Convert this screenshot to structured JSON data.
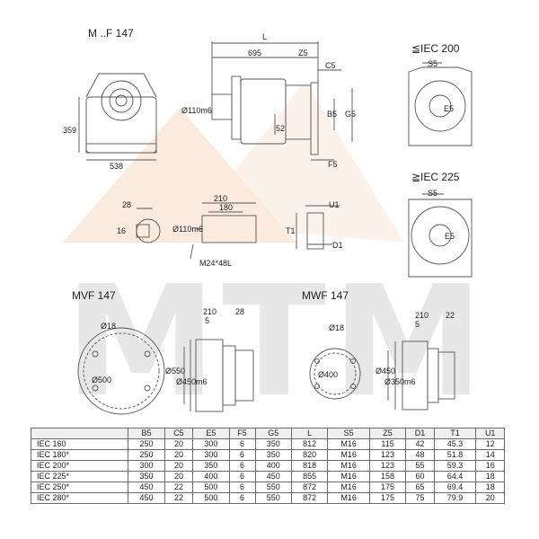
{
  "watermark": {
    "text": "MTM",
    "color": "#d5d5d5",
    "accent": "#f7d6bd"
  },
  "views": {
    "mf": {
      "title": "M ..F 147",
      "height": "359",
      "width": "538"
    },
    "side": {
      "L": "L",
      "len695": "695",
      "Z5": "Z5",
      "C5": "C5",
      "B5": "B5",
      "G5": "G5",
      "F5": "F5",
      "shaft": "Ø110m6",
      "d52": "52"
    },
    "iec200": {
      "title": "≦IEC 200",
      "S5": "S5",
      "E5": "E5"
    },
    "iec225": {
      "title": "≧IEC 225",
      "S5": "S5",
      "E5": "E5"
    },
    "key": {
      "d28": "28",
      "d16": "16"
    },
    "shaft_detail": {
      "d210": "210",
      "d180": "180",
      "dia": "Ø110m6",
      "thread": "M24*48L"
    },
    "input": {
      "U1": "U1",
      "T1": "T1",
      "D1": "D1"
    },
    "mvf": {
      "title": "MVF 147",
      "hole": "Ø18",
      "pcd": "Ø500",
      "d210": "210",
      "d28": "28",
      "d5": "5",
      "outer": "Ø550",
      "pilot": "Ø450m6"
    },
    "mwf": {
      "title": "MWF 147",
      "hole": "Ø18",
      "pcd": "Ø400",
      "d210": "210",
      "d22": "22",
      "d5": "5",
      "outer": "Ø450",
      "pilot": "Ø350m6"
    }
  },
  "table": {
    "headers": [
      "",
      "B5",
      "C5",
      "E5",
      "F5",
      "G5",
      "L",
      "S5",
      "Z5",
      "D1",
      "T1",
      "U1"
    ],
    "rows": [
      [
        "IEC 160",
        "250",
        "20",
        "300",
        "6",
        "350",
        "812",
        "M16",
        "115",
        "42",
        "45.3",
        "12"
      ],
      [
        "IEC 180*",
        "250",
        "20",
        "300",
        "6",
        "350",
        "820",
        "M16",
        "123",
        "48",
        "51.8",
        "14"
      ],
      [
        "IEC 200*",
        "300",
        "20",
        "350",
        "6",
        "400",
        "818",
        "M16",
        "123",
        "55",
        "59.3",
        "16"
      ],
      [
        "IEC 225*",
        "350",
        "20",
        "400",
        "6",
        "450",
        "855",
        "M16",
        "158",
        "60",
        "64.4",
        "18"
      ],
      [
        "IEC 250*",
        "450",
        "22",
        "500",
        "6",
        "550",
        "872",
        "M16",
        "175",
        "65",
        "69.4",
        "18"
      ],
      [
        "IEC 280*",
        "450",
        "22",
        "500",
        "6",
        "550",
        "872",
        "M16",
        "175",
        "75",
        "79.9",
        "20"
      ]
    ]
  }
}
